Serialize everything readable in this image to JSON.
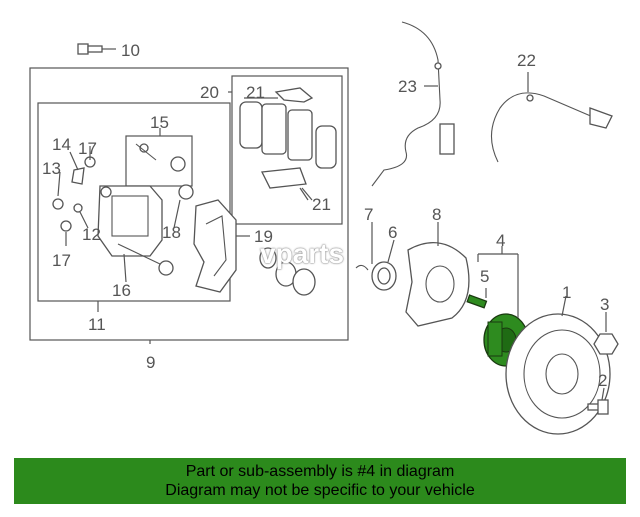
{
  "labels": {
    "l1": "1",
    "l2": "2",
    "l3": "3",
    "l4": "4",
    "l5": "5",
    "l6": "6",
    "l7": "7",
    "l8": "8",
    "l9": "9",
    "l10": "10",
    "l11": "11",
    "l12": "12",
    "l13": "13",
    "l14": "14",
    "l15": "15",
    "l16": "16",
    "l17a": "17",
    "l17b": "17",
    "l18": "18",
    "l19": "19",
    "l20": "20",
    "l21a": "21",
    "l21b": "21",
    "l22": "22",
    "l23": "23"
  },
  "watermark": "vparts",
  "banner": {
    "line1": "Part or sub-assembly is #4 in diagram",
    "line2": "Diagram may not be specific to your vehicle"
  },
  "colors": {
    "highlight": "#2e8b1f",
    "banner_bg": "#2c8a1c",
    "line": "#555555"
  }
}
